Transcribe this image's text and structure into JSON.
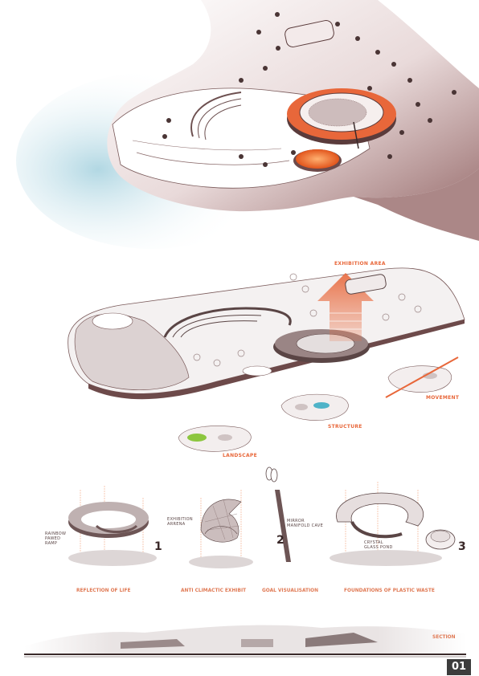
{
  "colors": {
    "accent": "#e8673a",
    "terrain": "#9c7272",
    "water": "#bcdce6",
    "green": "#8cc63f",
    "teal": "#4fb3c8"
  },
  "top_plan": {
    "features": [
      "terrain",
      "trees",
      "ring-building",
      "orange-pond",
      "amphitheatre"
    ]
  },
  "axo": {
    "exhibition_label": "EXHIBITION AREA",
    "movement_label": "MOVEMENT",
    "structure_label": "STRUCTURE",
    "landscape_label": "LANDSCAPE"
  },
  "concepts": [
    {
      "number": "1",
      "caption": "REFLECTION OF LIFE",
      "note": "RAINBOW\nPAWED\nRAMP"
    },
    {
      "number": "",
      "caption": "ANTI CLIMACTIC EXHIBIT",
      "note": "EXHIBITION\nARRENA"
    },
    {
      "number": "2",
      "caption": "GOAL VISUALISATION",
      "note": "MIRROR\nMANIFOLD CAVE"
    },
    {
      "number": "3",
      "caption": "FOUNDATIONS OF PLASTIC WASTE",
      "note": "CRYSTAL\nGLASS POND"
    }
  ],
  "section": {
    "label": "SECTION"
  },
  "page": {
    "number": "01"
  }
}
